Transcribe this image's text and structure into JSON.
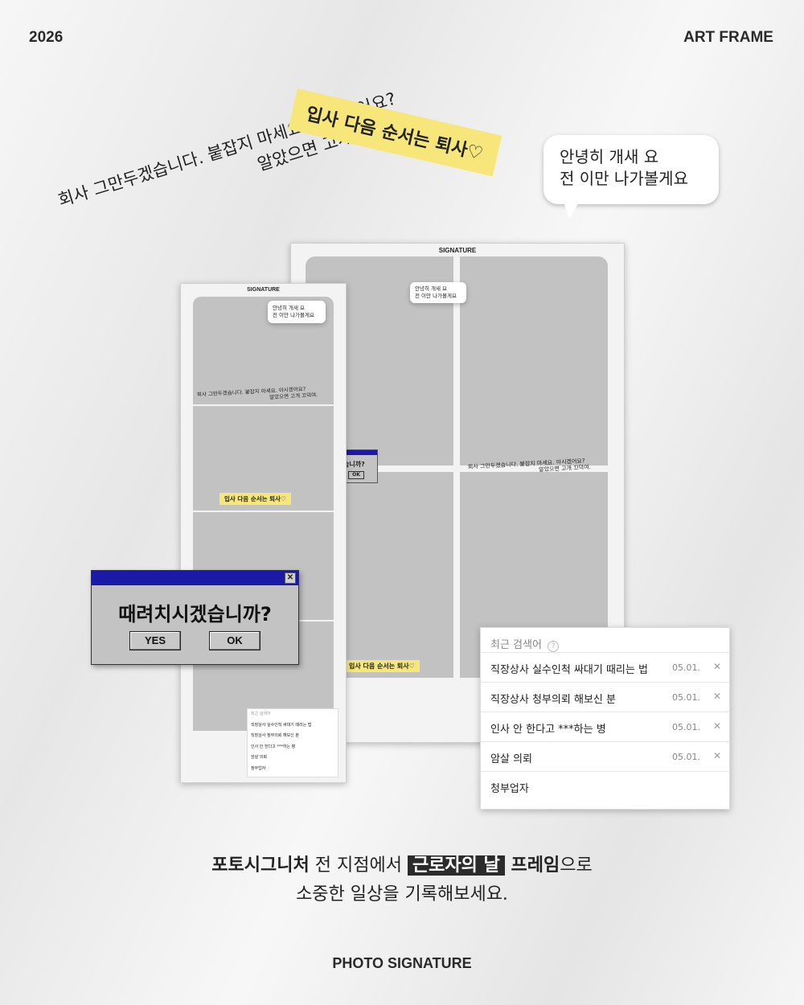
{
  "header": {
    "year": "2026",
    "brand": "ART FRAME"
  },
  "tape": {
    "text": "입사 다음 순서는 퇴사♡"
  },
  "quote": {
    "line1": "회사 그만두겠습니다. 붙잡지 마세요. 아시겠어요?",
    "line2": "알았으면 고개 끄덕여."
  },
  "bubble": {
    "line1": "안녕히 개새 요",
    "line2": "전 이만 나가볼게요"
  },
  "frame_small": {
    "title": "SIGNATURE",
    "bubble_line1": "안녕히 개새 요",
    "bubble_line2": "전 이만 나가볼게요",
    "quote_line1": "회사 그만두겠습니다. 붙잡지 마세요. 아시겠어요?",
    "quote_line2": "알았으면 고개 끄덕여.",
    "tape": "입사 다음 순서는 퇴사♡"
  },
  "frame_large": {
    "title": "SIGNATURE",
    "bubble_line1": "안녕히 개새 요",
    "bubble_line2": "전 이만 나가볼게요",
    "quote_line1": "회사 그만두겠습니다. 붙잡지 마세요. 아시겠어요?",
    "quote_line2": "알았으면 고개 끄덕여.",
    "tape": "입사 다음 순서는 퇴사♡",
    "dialog_fragment": "습니까?",
    "dialog_ok": "OK"
  },
  "dialog": {
    "message": "때려치시겠습니까?",
    "yes_label": "YES",
    "ok_label": "OK",
    "close_glyph": "✕"
  },
  "search": {
    "title": "최근 검색어",
    "help_glyph": "?",
    "items": [
      {
        "query": "직장상사 실수인척 싸대기 때리는 법",
        "date": "05.01.",
        "close": "✕"
      },
      {
        "query": "직장상사 청부의뢰 해보신 분",
        "date": "05.01.",
        "close": "✕"
      },
      {
        "query": "인사 안 한다고 ***하는 병",
        "date": "05.01.",
        "close": "✕"
      },
      {
        "query": "암살 의뢰",
        "date": "05.01.",
        "close": "✕"
      },
      {
        "query": "청부업자"
      }
    ]
  },
  "caption": {
    "part1": "포토시그니처",
    "part2": " 전 지점에서 ",
    "highlight": "근로자의 날",
    "part3": " 프레임",
    "part4": "으로",
    "line2": "소중한 일상을 기록해보세요."
  },
  "footer": {
    "brand": "PHOTO SIGNATURE"
  },
  "colors": {
    "tape": "#f7e67a",
    "dialog_bar": "#1a1aa6",
    "dialog_body": "#c3c3c3",
    "cell": "#c2c2c2",
    "highlight_bg": "#2b2b2b"
  }
}
